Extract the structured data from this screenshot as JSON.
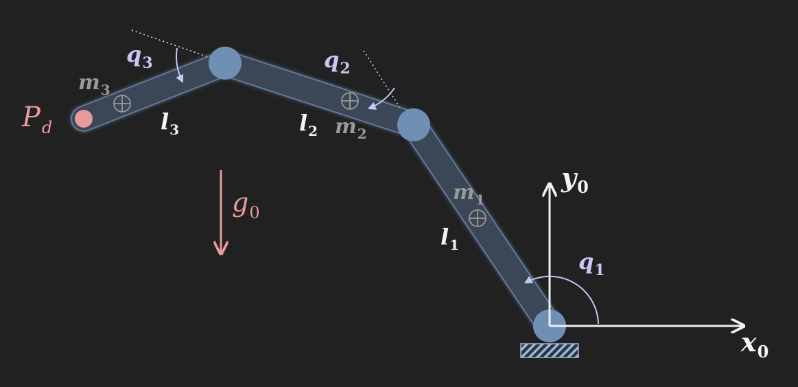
{
  "labels": {
    "pd": {
      "main": "P",
      "sub": "d"
    },
    "g0": {
      "main": "g",
      "sub": "0"
    },
    "x0": {
      "main": "x",
      "sub": "0"
    },
    "y0": {
      "main": "y",
      "sub": "0"
    },
    "l1": {
      "main": "l",
      "sub": "1"
    },
    "l2": {
      "main": "l",
      "sub": "2"
    },
    "l3": {
      "main": "l",
      "sub": "3"
    },
    "m1": {
      "main": "m",
      "sub": "1"
    },
    "m2": {
      "main": "m",
      "sub": "2"
    },
    "m3": {
      "main": "m",
      "sub": "3"
    },
    "q1": {
      "main": "q",
      "sub": "1"
    },
    "q2": {
      "main": "q",
      "sub": "2"
    },
    "q3": {
      "main": "q",
      "sub": "3"
    }
  },
  "colors": {
    "background": "#212121",
    "link_fill": "#3a4656",
    "link_stroke": "#7fa0c8",
    "joint": "#6f8fb5",
    "angle": "#c9c6f2",
    "gravity": "#e99a9a",
    "target": "#e99a9a",
    "text": "#f4f4f4",
    "mass": "#9a9a9a",
    "frame": "#f0f0f0"
  }
}
